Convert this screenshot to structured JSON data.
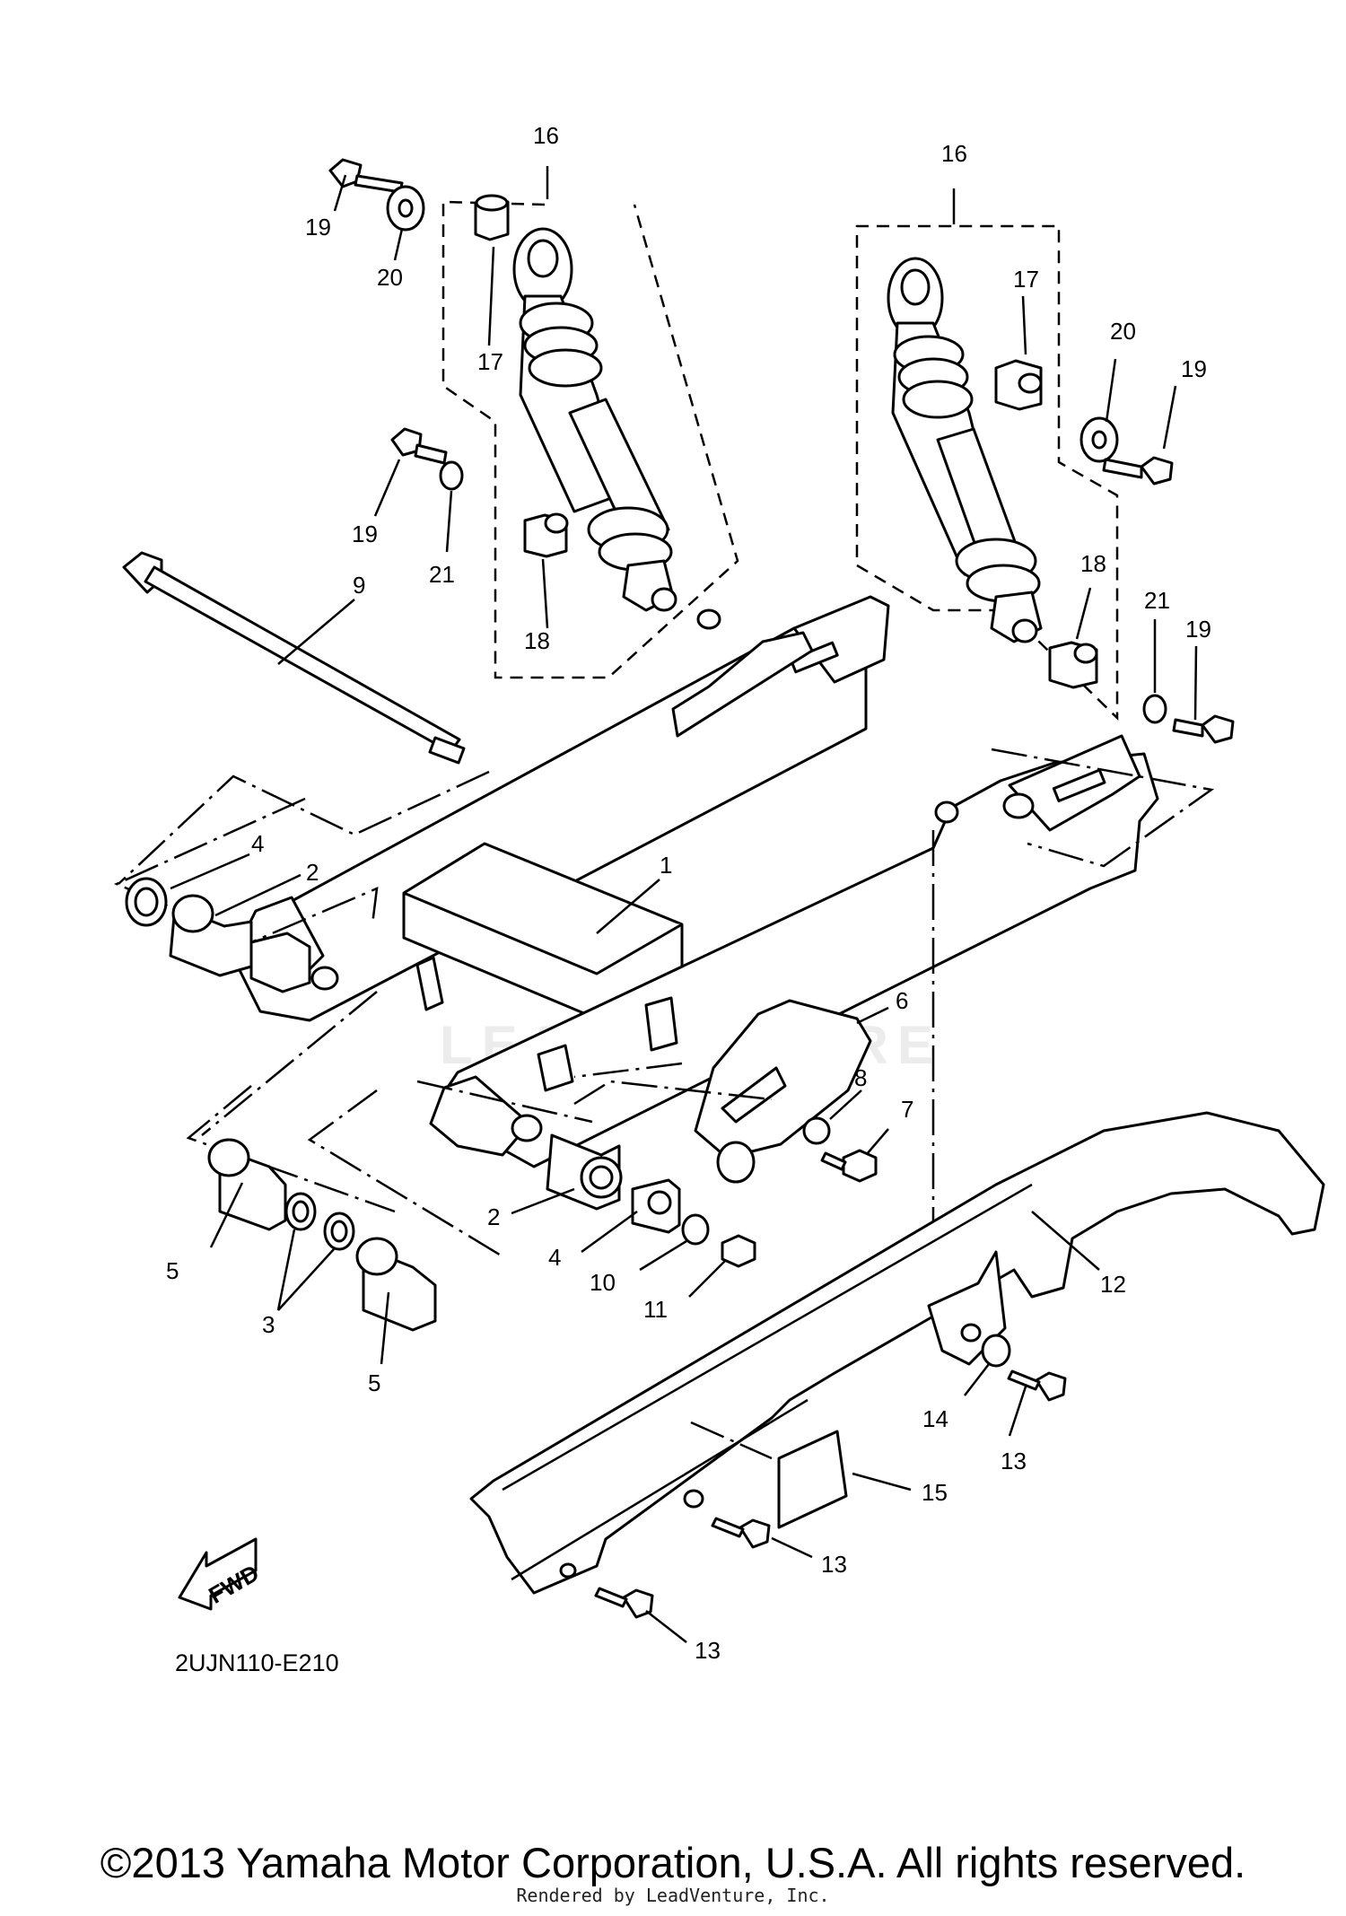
{
  "diagram": {
    "reference_code": "2UJN110-E210",
    "fwd_label": "FWD",
    "callouts": [
      {
        "id": "c16a",
        "text": "16"
      },
      {
        "id": "c16b",
        "text": "16"
      },
      {
        "id": "c17a",
        "text": "17"
      },
      {
        "id": "c17b",
        "text": "17"
      },
      {
        "id": "c18a",
        "text": "18"
      },
      {
        "id": "c18b",
        "text": "18"
      },
      {
        "id": "c19a",
        "text": "19"
      },
      {
        "id": "c19b",
        "text": "19"
      },
      {
        "id": "c19c",
        "text": "19"
      },
      {
        "id": "c19d",
        "text": "19"
      },
      {
        "id": "c20a",
        "text": "20"
      },
      {
        "id": "c20b",
        "text": "20"
      },
      {
        "id": "c21a",
        "text": "21"
      },
      {
        "id": "c21b",
        "text": "21"
      },
      {
        "id": "c9",
        "text": "9"
      },
      {
        "id": "c1",
        "text": "1"
      },
      {
        "id": "c2a",
        "text": "2"
      },
      {
        "id": "c2b",
        "text": "2"
      },
      {
        "id": "c4a",
        "text": "4"
      },
      {
        "id": "c4b",
        "text": "4"
      },
      {
        "id": "c6",
        "text": "6"
      },
      {
        "id": "c7",
        "text": "7"
      },
      {
        "id": "c8",
        "text": "8"
      },
      {
        "id": "c5a",
        "text": "5"
      },
      {
        "id": "c5b",
        "text": "5"
      },
      {
        "id": "c3",
        "text": "3"
      },
      {
        "id": "c10",
        "text": "10"
      },
      {
        "id": "c11",
        "text": "11"
      },
      {
        "id": "c12",
        "text": "12"
      },
      {
        "id": "c13a",
        "text": "13"
      },
      {
        "id": "c13b",
        "text": "13"
      },
      {
        "id": "c13c",
        "text": "13"
      },
      {
        "id": "c14",
        "text": "14"
      },
      {
        "id": "c15",
        "text": "15"
      }
    ]
  },
  "watermark": "LEADVENTURE",
  "footer": {
    "copyright": "©2013 Yamaha Motor Corporation, U.S.A. All rights reserved.",
    "rendered_by": "Rendered by LeadVenture, Inc."
  }
}
